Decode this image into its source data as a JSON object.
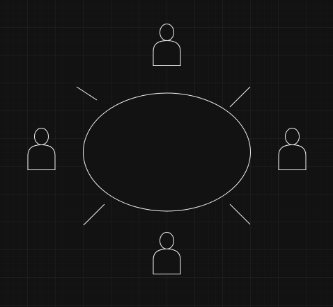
{
  "colors": {
    "background": "#121212",
    "grid_minor": "#1c1c1c",
    "grid_major": "#262626",
    "stroke": "#f2f2f2",
    "table_fill": "#121212",
    "person_fill": "#121212"
  },
  "diagram": {
    "shapes": [
      {
        "kind": "table",
        "shape": "ellipse"
      },
      {
        "kind": "person",
        "seat": "top"
      },
      {
        "kind": "person",
        "seat": "left"
      },
      {
        "kind": "person",
        "seat": "right"
      },
      {
        "kind": "person",
        "seat": "bottom"
      },
      {
        "kind": "connector",
        "direction": "top-left"
      },
      {
        "kind": "connector",
        "direction": "top-right"
      },
      {
        "kind": "connector",
        "direction": "bottom-left"
      },
      {
        "kind": "connector",
        "direction": "bottom-right"
      }
    ]
  }
}
